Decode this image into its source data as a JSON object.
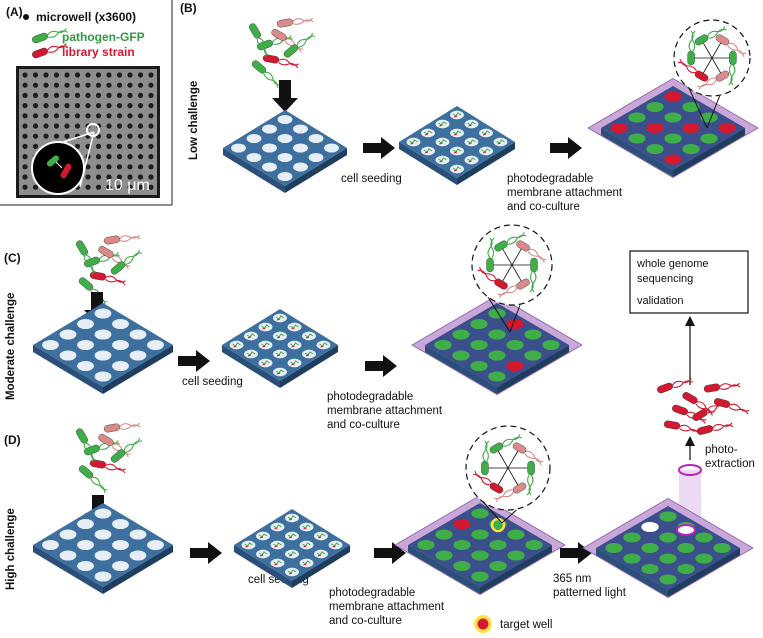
{
  "panelA": {
    "label": "(A)",
    "legend": {
      "microwell": "microwell (x3600)",
      "pathogen": "pathogen-GFP",
      "library": "library strain"
    },
    "scale_bar": "10 μm"
  },
  "panelB": {
    "label": "(B)",
    "challenge": "Low challenge",
    "step1": "cell seeding",
    "step2_lines": [
      "photodegradable",
      "membrane attachment",
      "and co-culture"
    ]
  },
  "panelC": {
    "label": "(C)",
    "challenge": "Moderate challenge",
    "step1": "cell seeding",
    "step2_lines": [
      "photodegradable",
      "membrane attachment",
      "and co-culture"
    ]
  },
  "panelD": {
    "label": "(D)",
    "challenge": "High challenge",
    "step1": "cell seeding",
    "step2_lines": [
      "photodegradable",
      "membrane attachment",
      "and co-culture"
    ],
    "light_lines": [
      "365 nm",
      "patterned light"
    ],
    "extraction_lines": [
      "photo-",
      "extraction"
    ],
    "target_well": "target well"
  },
  "result_box": {
    "line1": "whole genome",
    "line2": "sequencing",
    "line3": "validation"
  },
  "colors": {
    "tile_top": "#3d6f9f",
    "tile_side": "#2a4f78",
    "well": "#e8eef5",
    "membrane": "#c9a7d9",
    "membrane_tile": "#3b4f8c",
    "green": "#3fae49",
    "red": "#d2192f",
    "pink": "#d98a8a",
    "yellow": "#ffe14a"
  }
}
